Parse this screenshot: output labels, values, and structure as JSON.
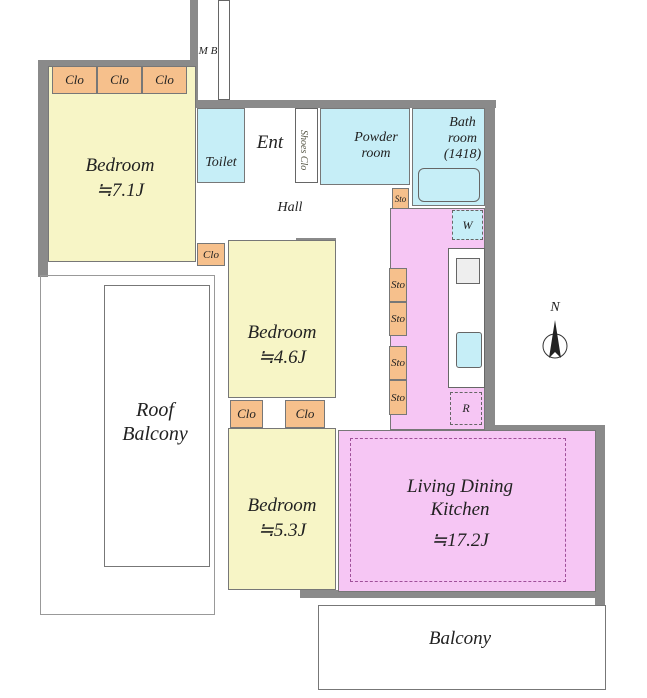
{
  "rooms": {
    "bedroom1": {
      "name": "Bedroom",
      "size": "≒7.1J"
    },
    "bedroom2": {
      "name": "Bedroom",
      "size": "≒4.6J"
    },
    "bedroom3": {
      "name": "Bedroom",
      "size": "≒5.3J"
    },
    "ldk": {
      "name": "Living Dining Kitchen",
      "size": "≒17.2J"
    },
    "toilet": "Toilet",
    "ent": "Ent",
    "shoes": "Shoes Clo",
    "powder": "Powder room",
    "bath": "Bath room (1418)",
    "hall": "Hall",
    "roof_balcony": "Roof Balcony",
    "balcony": "Balcony",
    "mb": "M B"
  },
  "storage": {
    "clo": "Clo",
    "sto": "Sto",
    "w": "W",
    "r": "R"
  },
  "compass": "N",
  "colors": {
    "bedroom": "#f7f5c6",
    "closet": "#f6c08c",
    "wet": "#c6eef7",
    "ldk": "#f6c6f4",
    "wall": "#8a8a8a"
  }
}
